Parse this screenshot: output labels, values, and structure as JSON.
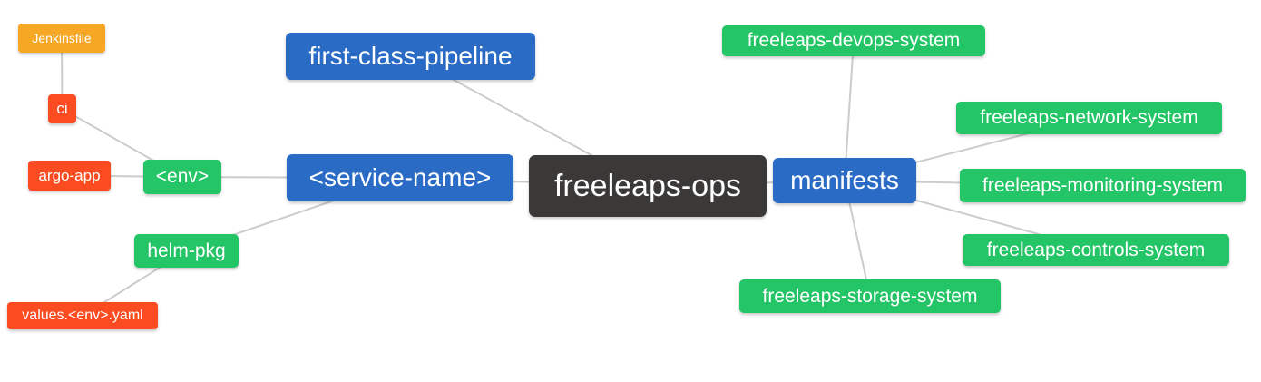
{
  "diagram": {
    "type": "mindmap",
    "background_color": "#FFFFFF",
    "edge_color": "#CCCCCC",
    "levels": {
      "root": {
        "color": "#3B3838"
      },
      "branch": {
        "color": "#2A6CC5"
      },
      "sub": {
        "color": "#23C566"
      },
      "detail": {
        "color": "#FA4B21"
      },
      "leaf": {
        "color": "#F6A723"
      }
    },
    "nodes": [
      {
        "id": "freeleaps-ops",
        "label": "freeleaps-ops",
        "level": "root"
      },
      {
        "id": "first-class-pipeline",
        "label": "first-class-pipeline",
        "level": "branch"
      },
      {
        "id": "service-name",
        "label": "<service-name>",
        "level": "branch"
      },
      {
        "id": "manifests",
        "label": "manifests",
        "level": "branch"
      },
      {
        "id": "env",
        "label": "<env>",
        "level": "sub"
      },
      {
        "id": "helm-pkg",
        "label": "helm-pkg",
        "level": "sub"
      },
      {
        "id": "ci",
        "label": "ci",
        "level": "detail"
      },
      {
        "id": "argo-app",
        "label": "argo-app",
        "level": "detail"
      },
      {
        "id": "values-env-yaml",
        "label": "values.<env>.yaml",
        "level": "detail"
      },
      {
        "id": "jenkinsfile",
        "label": "Jenkinsfile",
        "level": "leaf"
      },
      {
        "id": "devops-system",
        "label": "freeleaps-devops-system",
        "level": "sub"
      },
      {
        "id": "network-system",
        "label": "freeleaps-network-system",
        "level": "sub"
      },
      {
        "id": "monitoring-system",
        "label": "freeleaps-monitoring-system",
        "level": "sub"
      },
      {
        "id": "controls-system",
        "label": "freeleaps-controls-system",
        "level": "sub"
      },
      {
        "id": "storage-system",
        "label": "freeleaps-storage-system",
        "level": "sub"
      }
    ],
    "edges": [
      [
        "jenkinsfile",
        "ci"
      ],
      [
        "ci",
        "env"
      ],
      [
        "argo-app",
        "env"
      ],
      [
        "env",
        "service-name"
      ],
      [
        "helm-pkg",
        "service-name"
      ],
      [
        "values-env-yaml",
        "helm-pkg"
      ],
      [
        "first-class-pipeline",
        "freeleaps-ops"
      ],
      [
        "service-name",
        "freeleaps-ops"
      ],
      [
        "freeleaps-ops",
        "manifests"
      ],
      [
        "manifests",
        "devops-system"
      ],
      [
        "manifests",
        "network-system"
      ],
      [
        "manifests",
        "monitoring-system"
      ],
      [
        "manifests",
        "controls-system"
      ],
      [
        "manifests",
        "storage-system"
      ]
    ]
  }
}
